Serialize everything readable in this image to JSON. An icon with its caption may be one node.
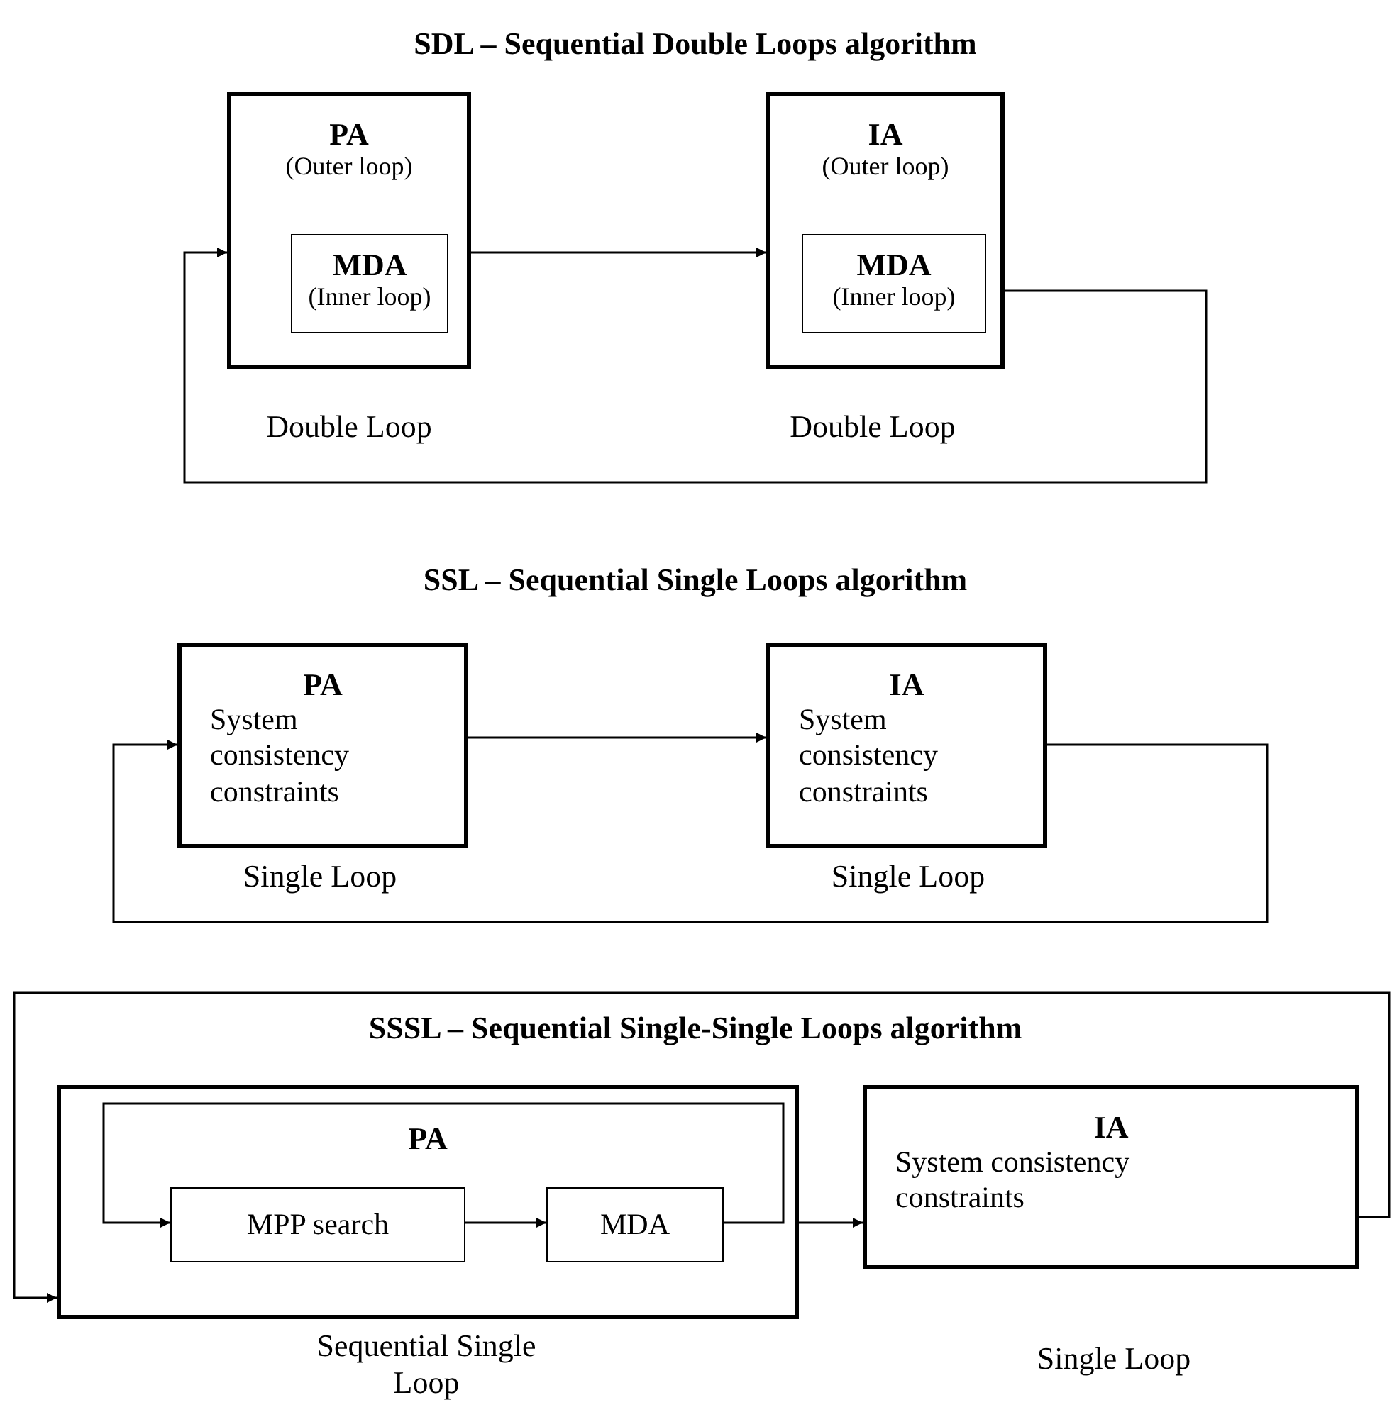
{
  "diagram": {
    "nodes": [
      {
        "text": [
          "PA",
          "(Outer loop)"
        ],
        "beside": [
          "Double Loop"
        ]
      },
      {
        "text": [
          "MDA",
          "(Inner loop)"
        ],
        "in": 0
      },
      {
        "text": [
          "IA",
          "(Outer loop)"
        ],
        "beside": [
          "Double Loop"
        ]
      },
      {
        "text": [
          "MDA",
          "(Inner loop)"
        ],
        "in": 2
      },
      {
        "text": [
          "PA",
          "System consistency constraints"
        ],
        "beside": [
          "Single Loop"
        ]
      },
      {
        "text": [
          "IA",
          "System consistency constraints"
        ],
        "beside": [
          "Single Loop"
        ]
      },
      {
        "text": [
          "PA"
        ],
        "beside": [
          "Sequential Single Loop"
        ]
      },
      {
        "text": [
          "MPP search"
        ],
        "in": 6
      },
      {
        "text": [
          "MDA"
        ],
        "in": 6
      },
      {
        "text": [
          "IA",
          "System consistency constraints"
        ],
        "beside": [
          "Single Loop"
        ]
      }
    ],
    "edges": [
      {
        "from": 0,
        "to": 2,
        "arrow": "to"
      },
      {
        "from": 2,
        "to": 0,
        "arrow": "to"
      },
      {
        "from": 4,
        "to": 5,
        "arrow": "to"
      },
      {
        "from": 5,
        "to": 4,
        "arrow": "to"
      },
      {
        "from": 6,
        "to": 9,
        "arrow": "to"
      },
      {
        "from": 9,
        "to": 6,
        "arrow": "to"
      },
      {
        "from": 7,
        "to": 8,
        "arrow": "to"
      },
      {
        "from": 8,
        "to": 7,
        "arrow": "to"
      }
    ],
    "labels": [
      "SDL – Sequential Double Loops algorithm",
      "SSL – Sequential Single Loops algorithm",
      "SSSL – Sequential Single-Single Loops algorithm"
    ]
  }
}
